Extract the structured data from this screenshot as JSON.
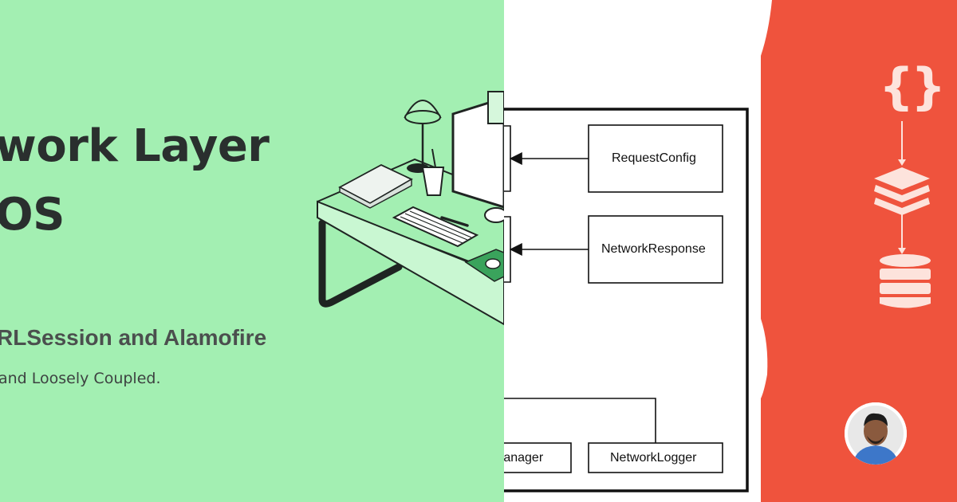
{
  "banner": {
    "title_line1": "work Layer",
    "title_line2": "OS",
    "subtitle": "RLSession and Alamofire",
    "caption": "and Loosely Coupled."
  },
  "diagram": {
    "boxes": [
      "RequestConfig",
      "NetworkResponse",
      "Manager",
      "NetworkLogger"
    ]
  },
  "icons": [
    "desk-illustration",
    "braces-icon",
    "layers-icon",
    "database-icon",
    "author-avatar"
  ],
  "colors": {
    "green_panel": "#a3efb2",
    "red_panel": "#ef533d",
    "icon_tint": "#fde3dc",
    "title_text": "#2a2f2e"
  }
}
